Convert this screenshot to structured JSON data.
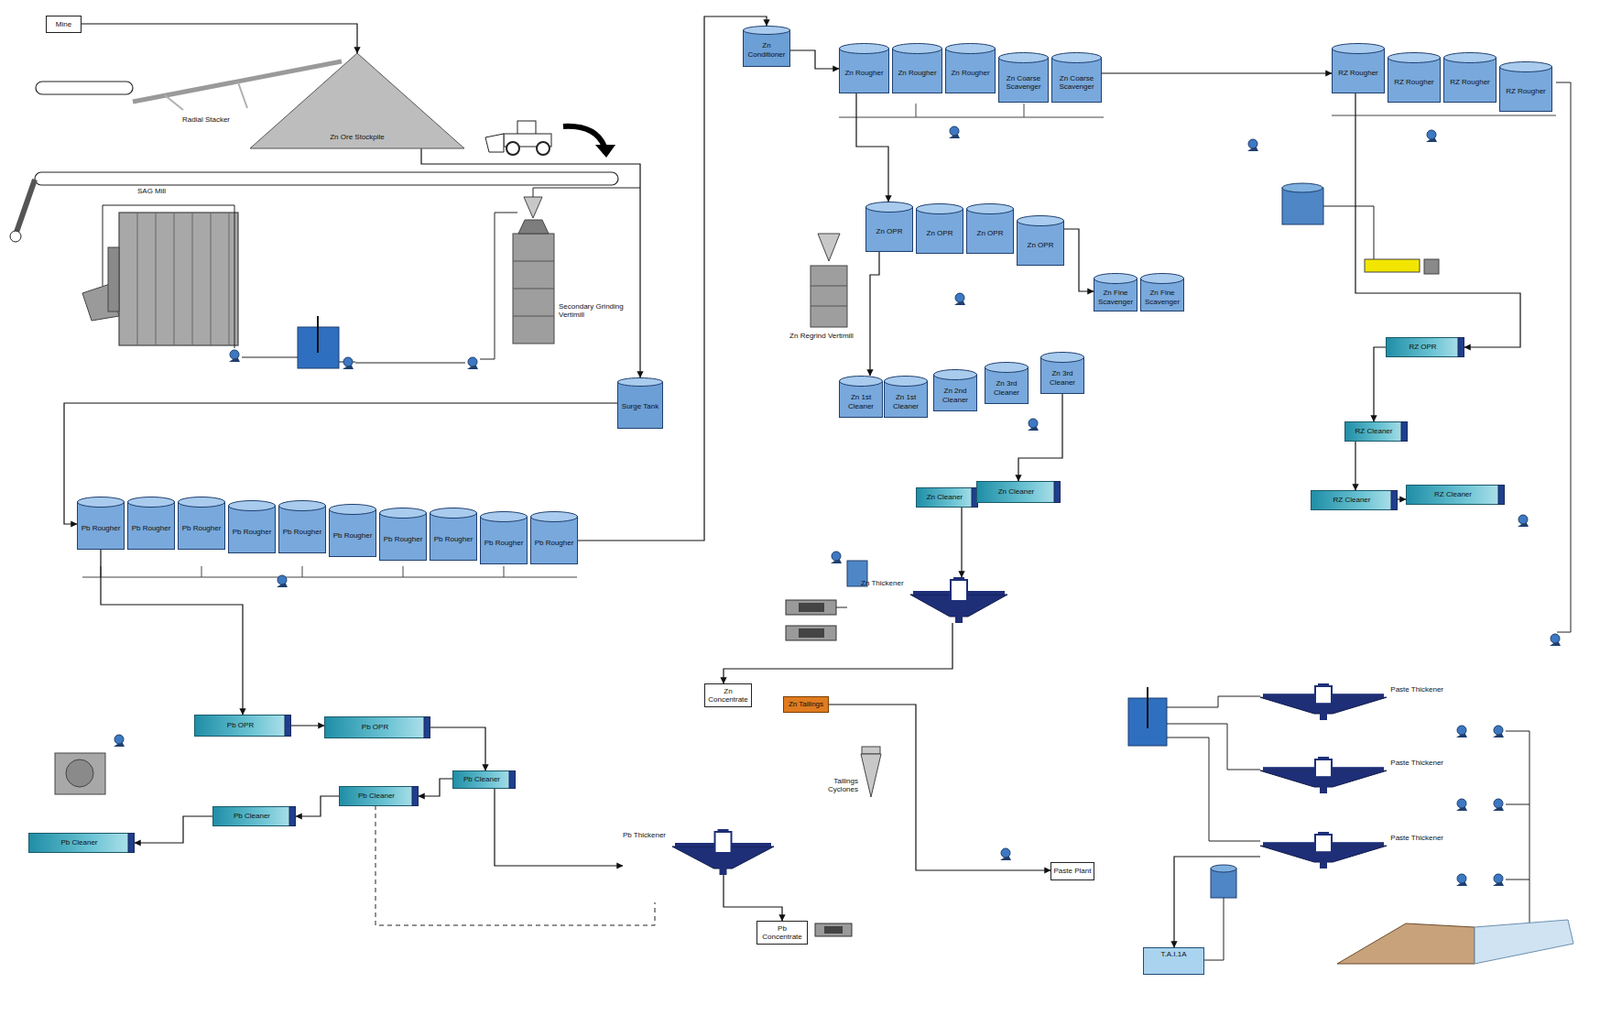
{
  "diagram": {
    "nodes": [
      {
        "text": [
          "Mine"
        ]
      },
      {
        "text": [
          "Zn Ore Stockpile"
        ]
      },
      {
        "text": [
          "Surge Tank"
        ]
      },
      {
        "text": [
          "Pb Rougher"
        ]
      },
      {
        "text": [
          "Pb Rougher"
        ]
      },
      {
        "text": [
          "Pb Rougher"
        ]
      },
      {
        "text": [
          "Pb Rougher"
        ]
      },
      {
        "text": [
          "Pb Rougher"
        ]
      },
      {
        "text": [
          "Pb Rougher"
        ]
      },
      {
        "text": [
          "Pb Rougher"
        ]
      },
      {
        "text": [
          "Pb Rougher"
        ]
      },
      {
        "text": [
          "Pb Rougher"
        ]
      },
      {
        "text": [
          "Pb Rougher"
        ]
      },
      {
        "text": [
          "Zn Conditioner"
        ]
      },
      {
        "text": [
          "Zn Rougher"
        ]
      },
      {
        "text": [
          "Zn Rougher"
        ]
      },
      {
        "text": [
          "Zn Rougher"
        ]
      },
      {
        "text": [
          "Zn Coarse Scavenger"
        ]
      },
      {
        "text": [
          "Zn Coarse Scavenger"
        ]
      },
      {
        "text": [
          "Zn OPR"
        ]
      },
      {
        "text": [
          "Zn OPR"
        ]
      },
      {
        "text": [
          "Zn OPR"
        ]
      },
      {
        "text": [
          "Zn OPR"
        ]
      },
      {
        "text": [
          "Zn Fine Scavenger"
        ]
      },
      {
        "text": [
          "Zn Fine Scavenger"
        ]
      },
      {
        "text": [
          "Zn 1st Cleaner"
        ]
      },
      {
        "text": [
          "Zn 1st Cleaner"
        ]
      },
      {
        "text": [
          "Zn 2nd Cleaner"
        ]
      },
      {
        "text": [
          "Zn 3rd Cleaner"
        ]
      },
      {
        "text": [
          "Zn 3rd Cleaner"
        ]
      },
      {
        "text": [
          "Zn Cleaner"
        ]
      },
      {
        "text": [
          "Zn Cleaner"
        ]
      },
      {
        "text": [
          "RZ Rougher"
        ]
      },
      {
        "text": [
          "RZ Rougher"
        ]
      },
      {
        "text": [
          "RZ Rougher"
        ]
      },
      {
        "text": [
          "RZ Rougher"
        ]
      },
      {
        "text": [
          "RZ OPR"
        ]
      },
      {
        "text": [
          "RZ Cleaner"
        ]
      },
      {
        "text": [
          "RZ Cleaner"
        ]
      },
      {
        "text": [
          "RZ Cleaner"
        ]
      },
      {
        "text": [
          "Pb OPR"
        ]
      },
      {
        "text": [
          "Pb OPR"
        ]
      },
      {
        "text": [
          "Pb Cleaner"
        ]
      },
      {
        "text": [
          "Pb Cleaner"
        ]
      },
      {
        "text": [
          "Pb Cleaner"
        ]
      },
      {
        "text": [
          "Pb Cleaner"
        ]
      },
      {
        "text": [
          "Pb Thickener"
        ]
      },
      {
        "text": [
          "Zn Thickener"
        ]
      },
      {
        "text": [
          "Zn Concentrate"
        ]
      },
      {
        "text": [
          "Pb Concentrate"
        ]
      },
      {
        "text": [
          "Zn Tailings"
        ]
      },
      {
        "text": [
          "Paste Plant"
        ]
      },
      {
        "text": [
          "Paste Thickener"
        ]
      },
      {
        "text": [
          "Paste Thickener"
        ]
      },
      {
        "text": [
          "Paste Thickener"
        ]
      },
      {
        "text": [
          "T.A.I.1A"
        ]
      }
    ],
    "edges": [
      {
        "from": 0,
        "to": 1,
        "arrow": "to"
      },
      {
        "from": 1,
        "to": 2,
        "arrow": "to"
      },
      {
        "from": 2,
        "to": 3,
        "arrow": "to"
      },
      {
        "from": 12,
        "to": 13,
        "arrow": "to"
      },
      {
        "from": 13,
        "to": 14,
        "arrow": "to"
      },
      {
        "from": 18,
        "to": 32,
        "arrow": "to"
      },
      {
        "from": 14,
        "to": 19,
        "arrow": "to"
      },
      {
        "from": 22,
        "to": 23,
        "arrow": "to"
      },
      {
        "from": 29,
        "to": 31,
        "arrow": "to"
      },
      {
        "from": 19,
        "to": 25,
        "arrow": "to"
      },
      {
        "from": 30,
        "to": 47,
        "arrow": "to"
      },
      {
        "from": 47,
        "to": 48,
        "arrow": "to"
      },
      {
        "from": 50,
        "to": 51,
        "arrow": "to"
      },
      {
        "from": 54,
        "to": 55,
        "arrow": "to"
      },
      {
        "from": 32,
        "to": 36,
        "arrow": "to"
      },
      {
        "from": 36,
        "to": 37,
        "arrow": "to"
      },
      {
        "from": 37,
        "to": 38,
        "arrow": "to"
      },
      {
        "from": 38,
        "to": 39,
        "arrow": "to"
      },
      {
        "from": 3,
        "to": 40,
        "arrow": "to"
      },
      {
        "from": 40,
        "to": 41,
        "arrow": "to"
      },
      {
        "from": 41,
        "to": 45,
        "arrow": "to"
      },
      {
        "from": 45,
        "to": 44,
        "arrow": "to"
      },
      {
        "from": 44,
        "to": 43,
        "arrow": "to"
      },
      {
        "from": 43,
        "to": 42,
        "arrow": "to"
      },
      {
        "from": 45,
        "to": 46,
        "arrow": "to"
      },
      {
        "from": 46,
        "to": 49,
        "arrow": "to"
      }
    ],
    "labels": [
      "Radial Stacker",
      "SAG Mill",
      "Secondary Grinding Vertimill",
      "Zn Regrind Vertimill",
      "Tailings Cyclones"
    ]
  }
}
